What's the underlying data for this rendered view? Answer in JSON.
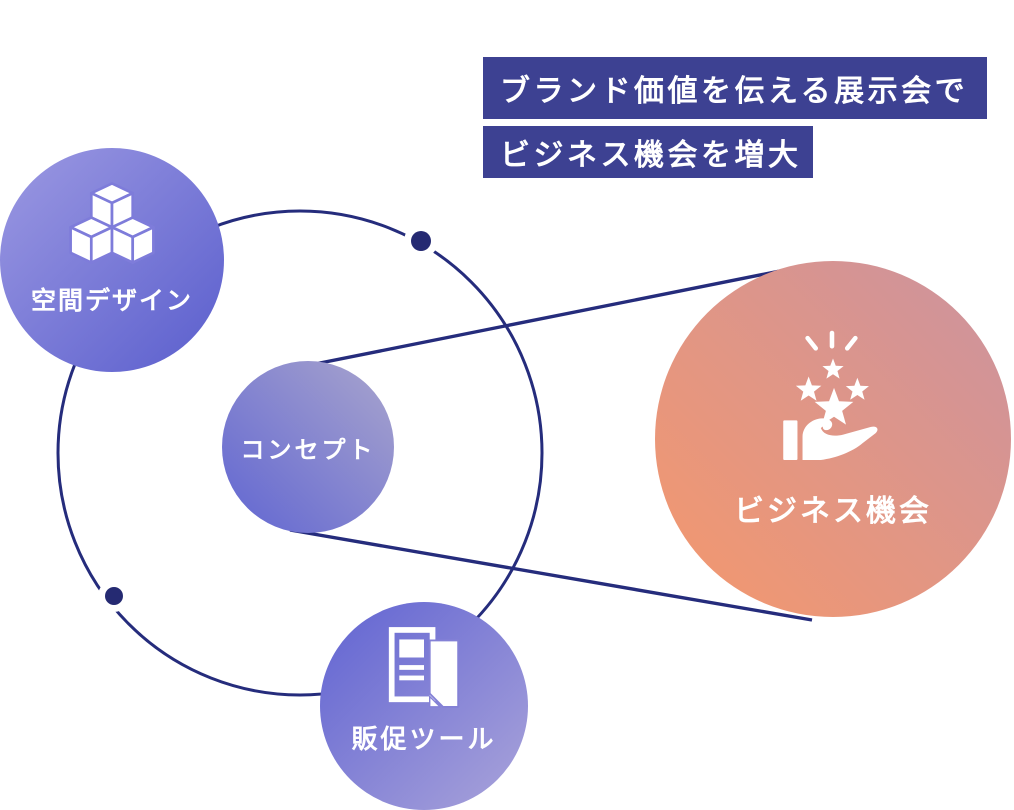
{
  "title": {
    "line1": "ブランド価値を伝える展示会で",
    "line2": "ビジネス機会を増大",
    "bar_color": "#3d4192",
    "text_color": "#ffffff"
  },
  "diagram": {
    "orbit_color": "#252c7c",
    "dot_color": "#252a72",
    "connector_color": "#252c7c",
    "nodes": {
      "space_design": {
        "label": "空間デザイン",
        "icon": "cubes-icon",
        "gradient_from": "#9c99e2",
        "gradient_to": "#5a5ecd"
      },
      "concept": {
        "label": "コンセプト",
        "icon": "none",
        "gradient_from": "#a9a5cd",
        "gradient_to": "#6065d2"
      },
      "promo_tools": {
        "label": "販促ツール",
        "icon": "flyer-icon",
        "gradient_from": "#6063d2",
        "gradient_to": "#aaa4da"
      },
      "business_opportunity": {
        "label": "ビジネス機会",
        "icon": "hand-stars-icon",
        "gradient_from": "#cb93a0",
        "gradient_to": "#f5986c"
      }
    }
  }
}
